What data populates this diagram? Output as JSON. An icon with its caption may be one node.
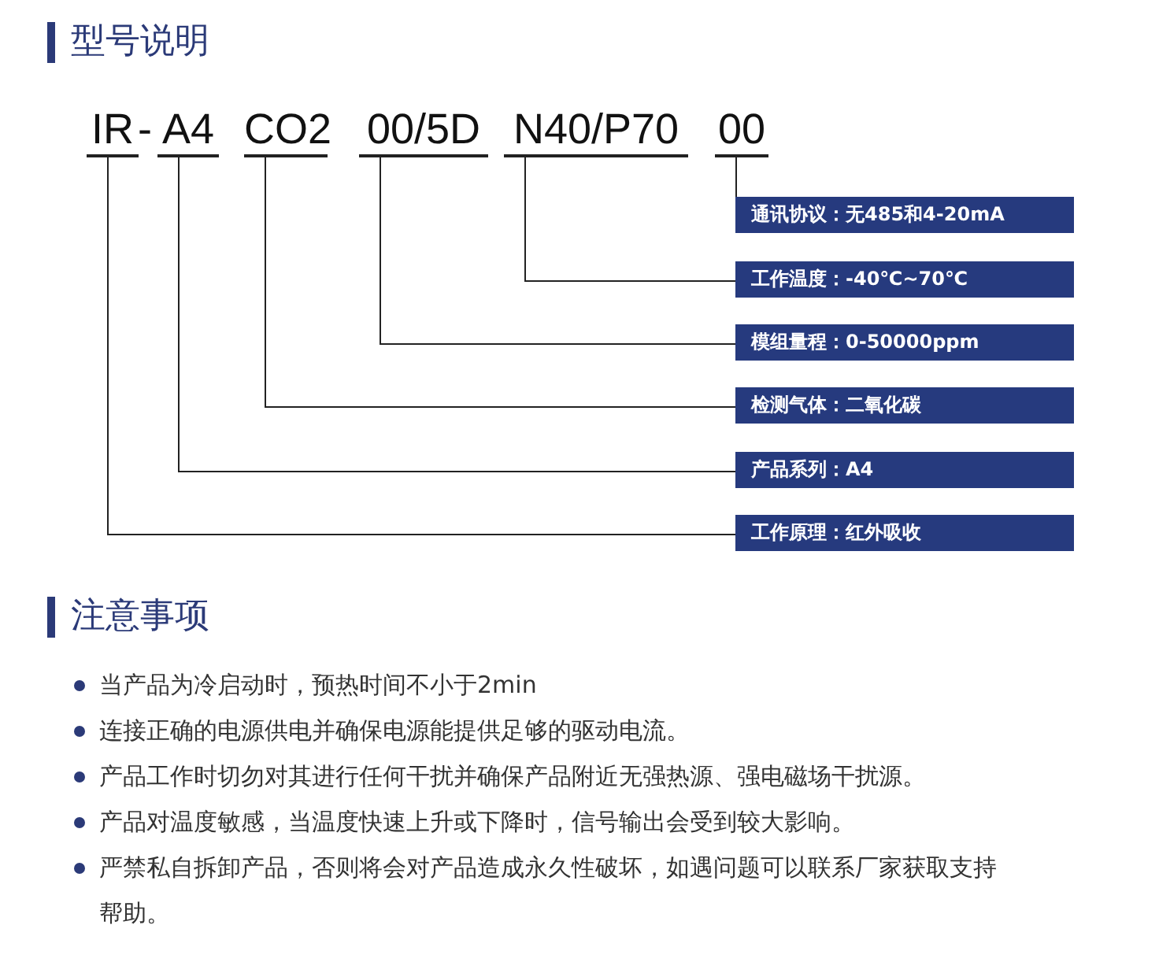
{
  "diagram": {
    "title": "型号说明",
    "nodes": [
      {
        "text": [
          "IR"
        ]
      },
      {
        "text": [
          "A4"
        ]
      },
      {
        "text": [
          "CO2"
        ]
      },
      {
        "text": [
          "00/5D"
        ]
      },
      {
        "text": [
          "N40/P70"
        ]
      },
      {
        "text": [
          "00"
        ]
      },
      {
        "text": [
          "通讯协议：无485和4-20mA"
        ]
      },
      {
        "text": [
          "工作温度：-40℃~70℃"
        ]
      },
      {
        "text": [
          "模组量程：0-50000ppm"
        ]
      },
      {
        "text": [
          "检测气体：二氧化碳"
        ]
      },
      {
        "text": [
          "产品系列：A4"
        ]
      },
      {
        "text": [
          "工作原理：红外吸收"
        ]
      }
    ],
    "edges": [
      {
        "from": 0,
        "to": 11,
        "arrow": "none"
      },
      {
        "from": 1,
        "to": 10,
        "arrow": "none"
      },
      {
        "from": 2,
        "to": 9,
        "arrow": "none"
      },
      {
        "from": 3,
        "to": 8,
        "arrow": "none"
      },
      {
        "from": 4,
        "to": 7,
        "arrow": "none"
      },
      {
        "from": 5,
        "to": 6,
        "arrow": "none"
      }
    ],
    "labels": [
      "-",
      "注意事项",
      "当产品为冷启动时，预热时间不小于2min",
      "连接正确的电源供电并确保电源能提供足够的驱动电流。",
      "产品工作时切勿对其进行任何干扰并确保产品附近无强热源、强电磁场干扰源。",
      "产品对温度敏感，当温度快速上升或下降时，信号输出会受到较大影响。",
      "严禁私自拆卸产品，否则将会对产品造成永久性破坏，如遇问题可以联系厂家获取支持帮助。"
    ]
  }
}
